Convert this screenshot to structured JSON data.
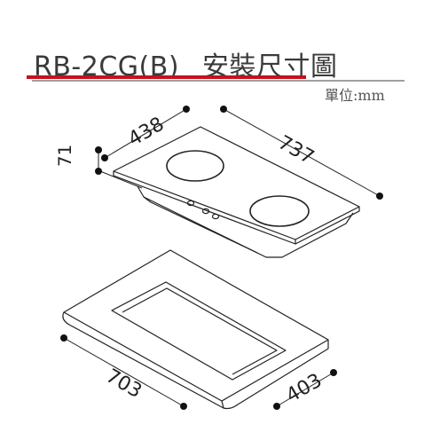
{
  "header": {
    "model": "RB-2CG(B)",
    "subtitle": "安裝尺寸圖",
    "unit_label": "單位:mm",
    "accent_color": "#c8101e",
    "rule_color": "#a0a0a0"
  },
  "dimensions": {
    "cooktop_depth": "438",
    "cooktop_width": "737",
    "cooktop_height": "71",
    "cutout_width": "703",
    "cutout_depth": "403"
  }
}
